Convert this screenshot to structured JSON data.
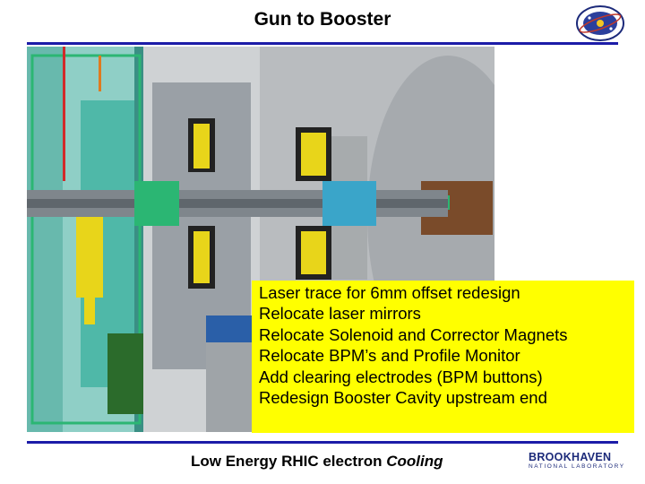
{
  "slide": {
    "title": "Gun to Booster",
    "bullets": [
      "Laser trace for 6mm offset redesign",
      "Relocate laser mirrors",
      "Relocate Solenoid and Corrector Magnets",
      "Relocate BPM’s and Profile Monitor",
      "Add clearing electrodes (BPM buttons)",
      "Redesign Booster Cavity upstream end"
    ],
    "footer": {
      "text_plain": "Low Energy RHIC electron ",
      "text_italic": "Cooling"
    },
    "logos": {
      "doe": "Office of Nuclear Physics",
      "bnl": {
        "name": "BROOKHAVEN",
        "sub": "NATIONAL LABORATORY"
      }
    }
  },
  "colors": {
    "rule": "#1c1ca8",
    "highlight": "#ffff00",
    "cad_green": "#2bb673",
    "cad_yellow": "#e8d51a",
    "cad_red": "#d12a2a",
    "cad_gray": "#8f949a"
  }
}
